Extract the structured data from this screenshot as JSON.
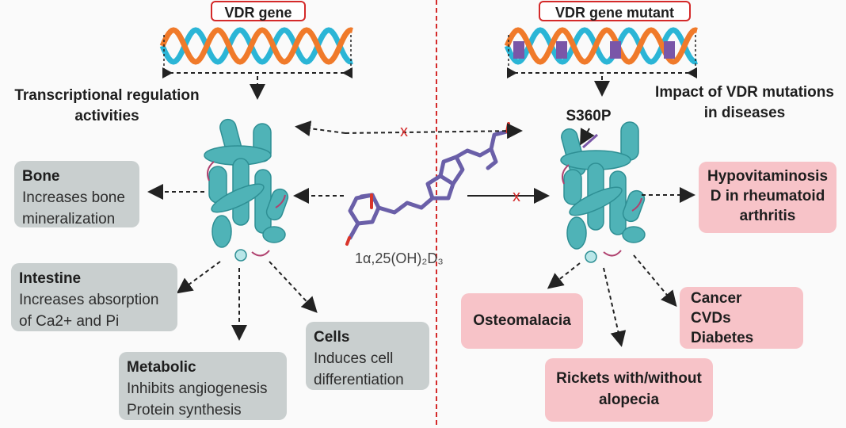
{
  "gene": {
    "label": "VDR gene"
  },
  "mutant": {
    "label": "VDR gene mutant"
  },
  "left_heading": {
    "lines": [
      "Transcriptional regulation",
      "activities"
    ]
  },
  "right_heading": {
    "lines": [
      "Impact of VDR mutations",
      "in diseases"
    ]
  },
  "mutation": {
    "label": "S360P"
  },
  "ligand": {
    "label": "1α,25(OH)₂D₃"
  },
  "colors": {
    "divider": "#d42a2a",
    "helix_a": "#2bb5d6",
    "helix_b": "#f07a2a",
    "mutation": "#7a56a8",
    "protein": "#4fb3b7",
    "gray_box": "#c9cfcf",
    "pink_box": "#f7c3c8"
  },
  "effects": {
    "bone": {
      "title": "Bone",
      "lines": [
        "Increases bone",
        "mineralization"
      ]
    },
    "intestine": {
      "title": "Intestine",
      "lines": [
        "Increases absorption",
        "of Ca2+ and Pi"
      ]
    },
    "metabolic": {
      "title": "Metabolic",
      "lines": [
        "Inhibits angiogenesis",
        "Protein synthesis"
      ]
    },
    "cells": {
      "title": "Cells",
      "lines": [
        "Induces cell",
        "differentiation"
      ]
    }
  },
  "diseases": {
    "hypovitaminosis": {
      "lines": [
        "Hypovitaminosis",
        "D in rheumatoid",
        "arthritis"
      ]
    },
    "osteomalacia": {
      "lines": [
        "Osteomalacia"
      ]
    },
    "cancer": {
      "lines": [
        "Cancer",
        "CVDs",
        "Diabetes"
      ]
    },
    "rickets": {
      "lines": [
        "Rickets with/without",
        "alopecia"
      ]
    }
  },
  "blocked_marker": "x"
}
